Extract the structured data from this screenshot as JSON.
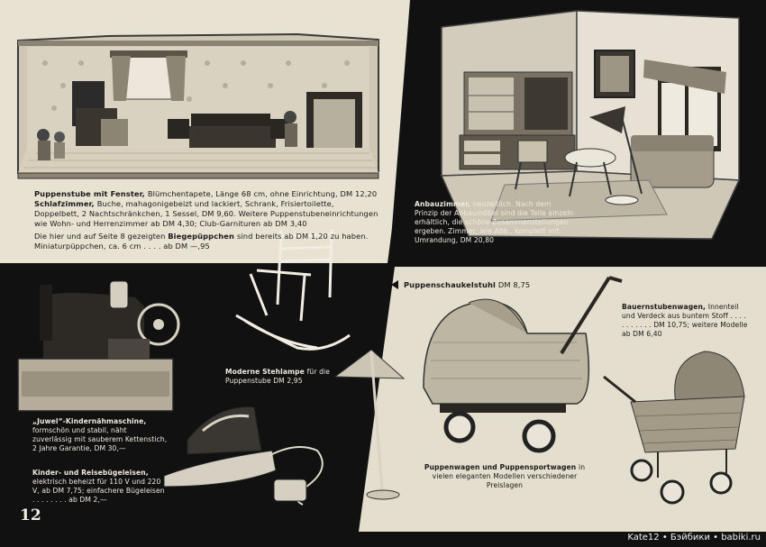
{
  "page": {
    "number": "12",
    "watermark": "Kate12 • Бэйбики • babiki.ru"
  },
  "top_left": {
    "title": "Puppenstube mit Fenster,",
    "text": "Blümchentapete, Länge 68 cm, ohne Einrichtung, DM 12,20",
    "bedroom_title": "Schlafzimmer,",
    "bedroom_text": "Buche, mahagonigebeizt und lackiert, Schrank, Frisiertoilette, Doppelbett, 2 Nachtschränkchen, 1 Sessel, DM 9,60. Weitere Puppenstubeneinrichtungen wie Wohn- und Herrenzimmer ab DM 4,30; Club-Garnituren ab DM 3,40",
    "doll_text_1": "Die hier und auf Seite 8 gezeigten",
    "doll_title": "Biegepüppchen",
    "doll_text_2": "sind bereits ab DM 1,20 zu haben. Miniaturpüppchen, ca. 6 cm . . . . ab DM —,95"
  },
  "top_right": {
    "title": "Anbauzimmer,",
    "text": "neuzeitlich. Nach dem Prinzip der Anbaumöbel sind die Teile einzeln erhältlich, die schöne Zusammenstellungen ergeben. Zimmer, wie Abb., komplett mit Umrandung, DM 20,80"
  },
  "lamp": {
    "title": "Moderne Stehlampe",
    "text": "für die Puppenstube DM 2,95"
  },
  "sewing": {
    "title": "„Juwel“-Kindernähmaschine,",
    "text": "formschön und stabil, näht zuverlässig mit sauberem Kettenstich, 2 Jahre Garantie, DM 30,—"
  },
  "iron": {
    "title": "Kinder- und Reisebügeleisen,",
    "text": "elektrisch beheizt für 110 V und 220 V, ab DM 7,75; einfachere Bügeleisen . . . . . . . . ab DM 2,—"
  },
  "rocking_chair": {
    "title": "Puppenschaukelstuhl",
    "price": "DM 8,75"
  },
  "farmhouse_pram": {
    "title": "Bauernstubenwagen,",
    "text": "Innenteil und Verdeck aus buntem Stoff . . . . . . . . . . . DM 10,75; weitere Modelle ab DM 6,40"
  },
  "doll_prams": {
    "title": "Puppenwagen und Puppensportwagen",
    "text": "in vielen eleganten Modellen verschiedener Preislagen"
  }
}
